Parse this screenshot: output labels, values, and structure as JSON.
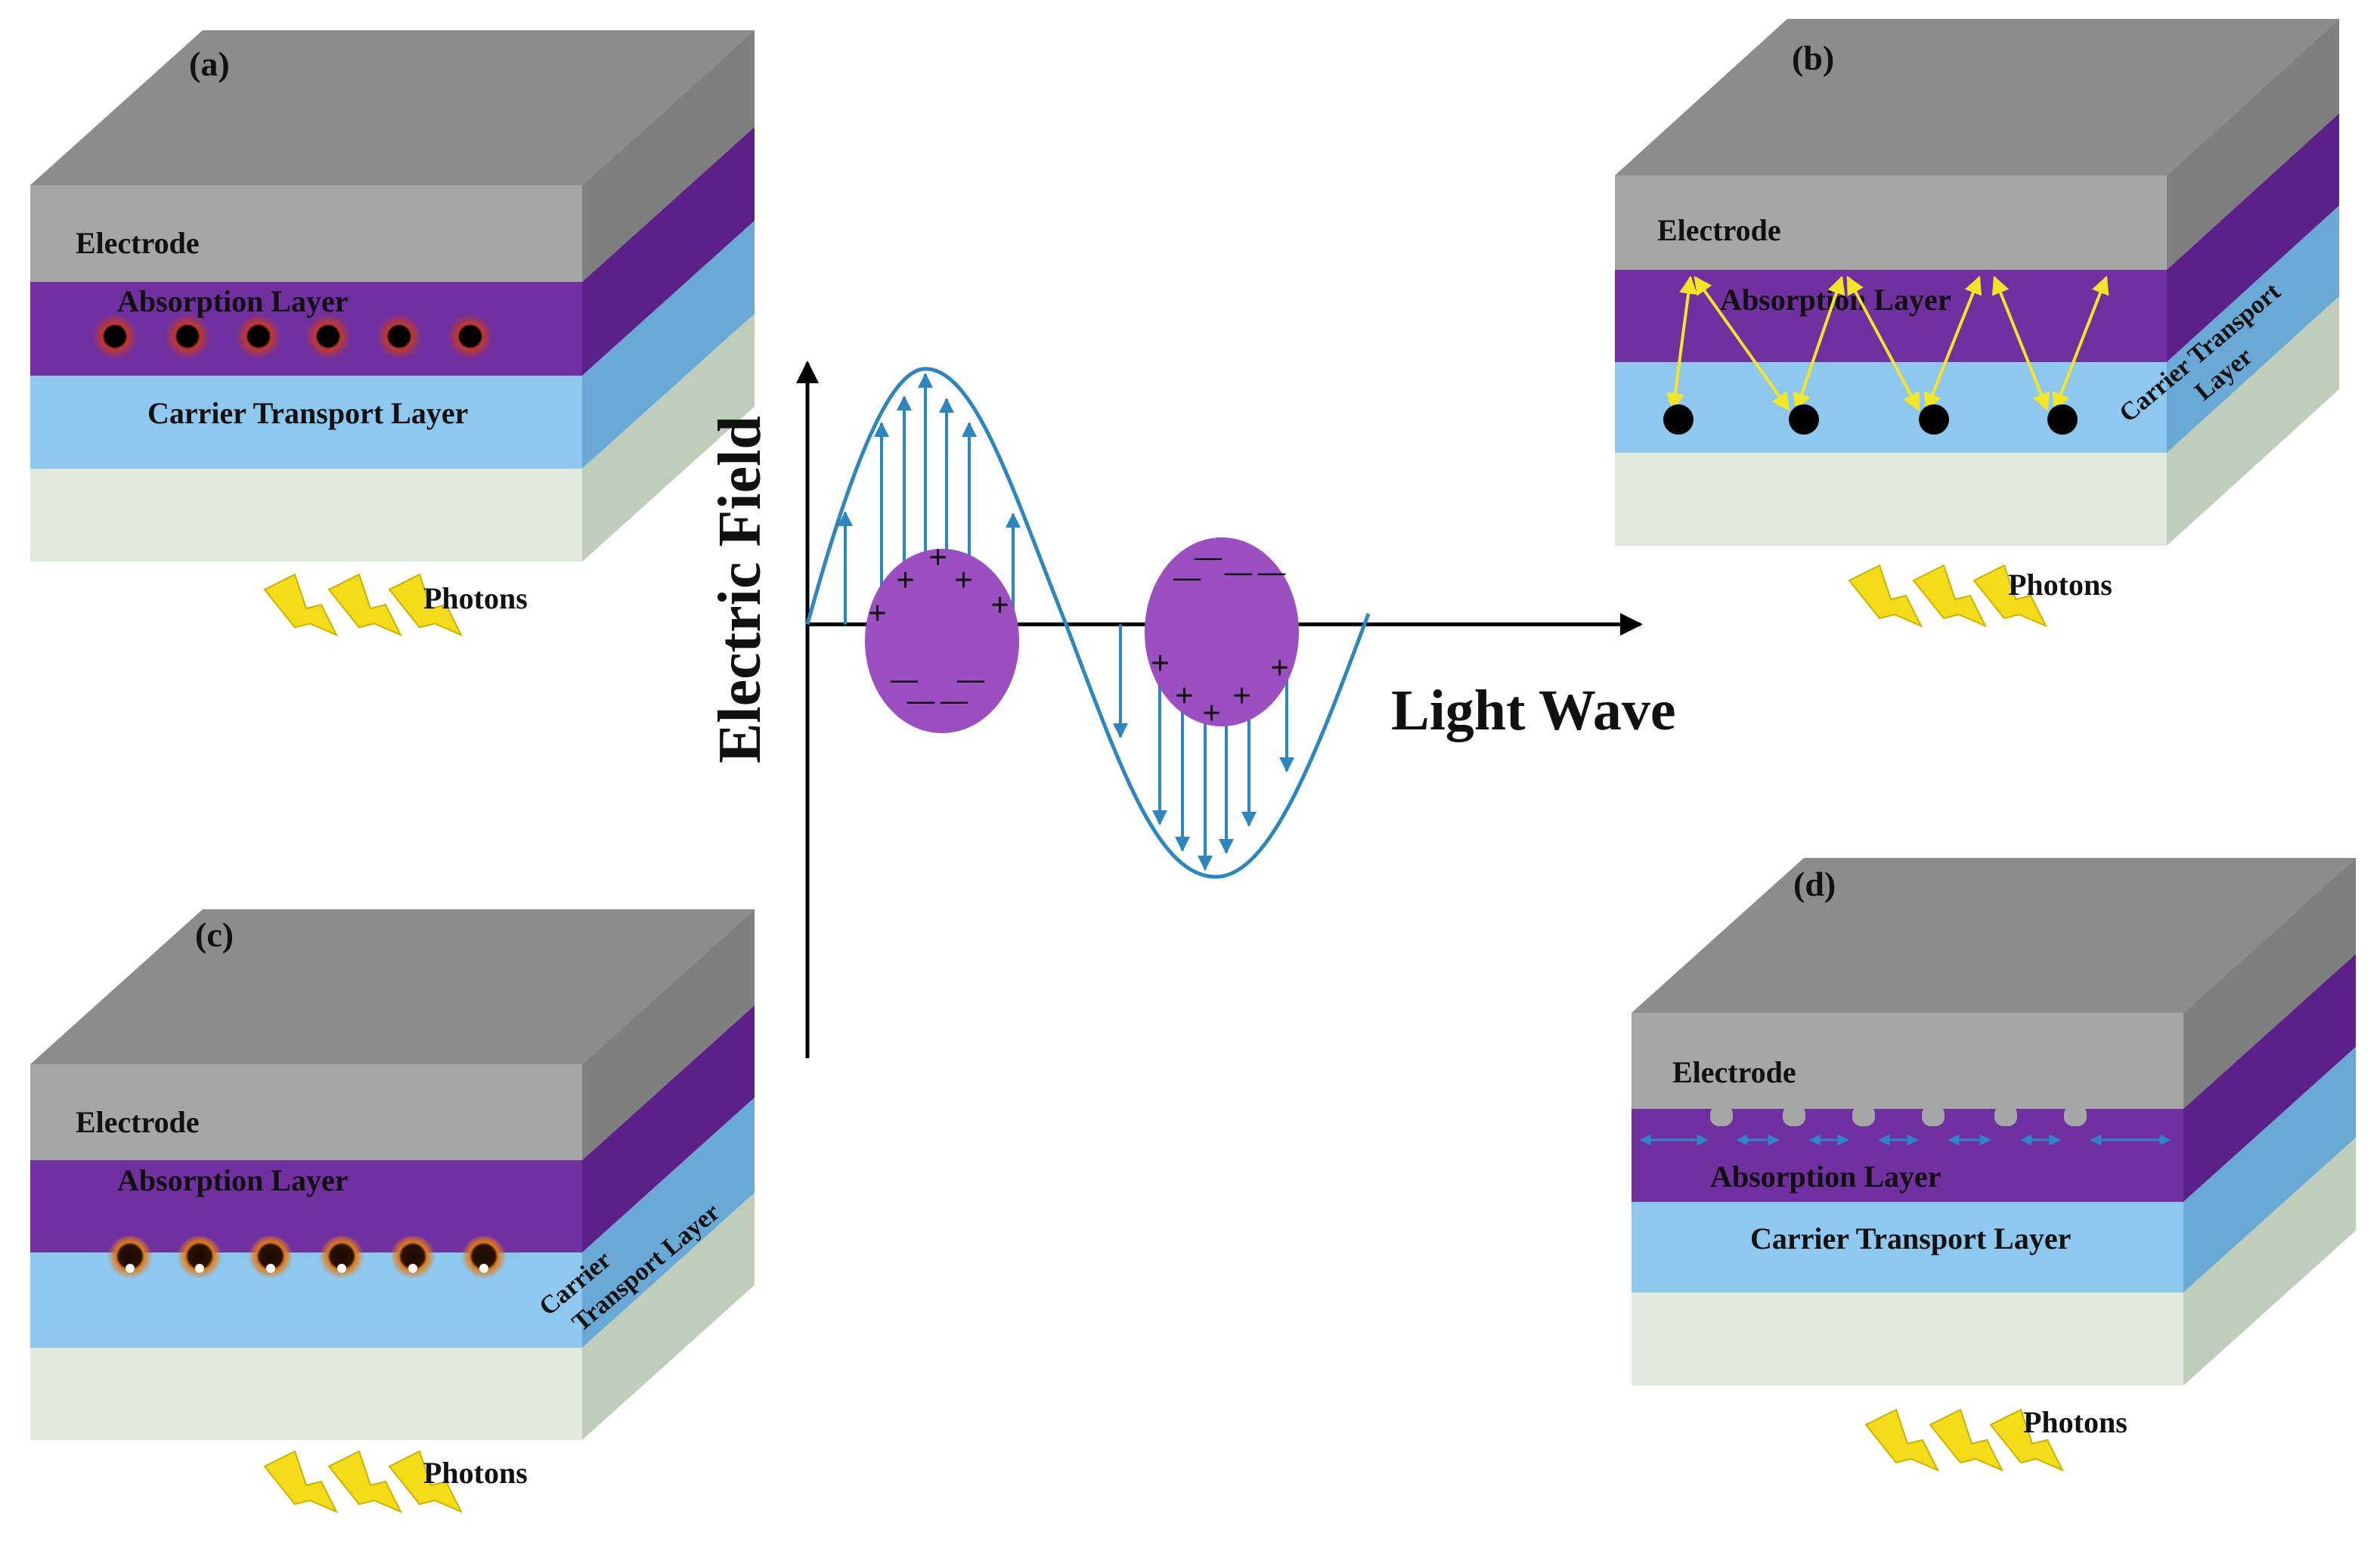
{
  "panels": {
    "a": {
      "tag": "(a)",
      "electrode": "Electrode",
      "absorption": "Absorption  Layer",
      "transport": "Carrier  Transport  Layer",
      "photons": "Photons"
    },
    "b": {
      "tag": "(b)",
      "electrode": "Electrode",
      "absorption": "Absorption  Layer",
      "transport_side_line1": "Carrier Transport",
      "transport_side_line2": "Layer",
      "photons": "Photons"
    },
    "c": {
      "tag": "(c)",
      "electrode": "Electrode",
      "absorption": "Absorption  Layer",
      "transport_side_line1": "Carrier",
      "transport_side_line2": "Transport Layer",
      "photons": "Photons"
    },
    "d": {
      "tag": "(d)",
      "electrode": "Electrode",
      "absorption": "Absorption  Layer",
      "transport": "Carrier  Transport  Layer",
      "photons": "Photons"
    }
  },
  "wave": {
    "y_axis_label": "Electric Field",
    "x_axis_label": "Light Wave",
    "plus_sign": "+",
    "minus_sign": "—"
  },
  "colors": {
    "electrode_front": "#a6a6a6",
    "electrode_top": "#8c8c8c",
    "electrode_side": "#7f7f7f",
    "absorption_front": "#7030a0",
    "absorption_side": "#5c2188",
    "transport_front": "#8fc8ef",
    "transport_side": "#6aa9d6",
    "substrate_front": "#dfe9dc",
    "substrate_side": "#bfcdbb",
    "wave_blue": "#2e86c1",
    "nanoparticle": "#9b4fc0",
    "photon_yellow": "#f5dc1a",
    "arrow_yellow": "#f2e52a"
  }
}
